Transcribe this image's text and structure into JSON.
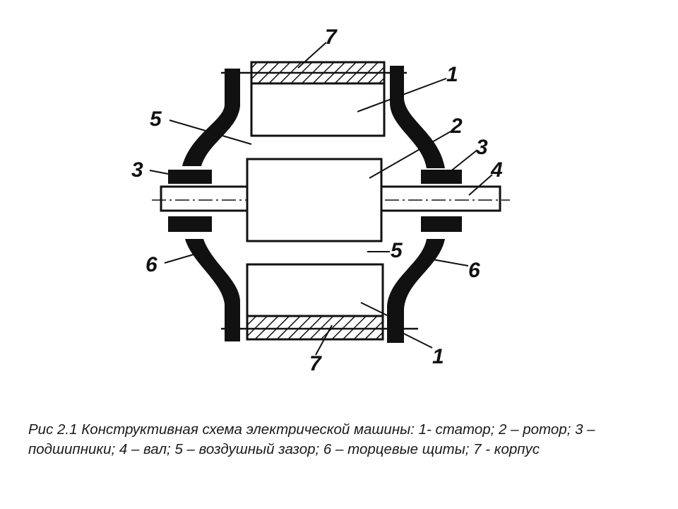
{
  "labels": {
    "stator": "1",
    "rotor": "2",
    "bearings": "3",
    "shaft": "4",
    "air_gap": "5",
    "end_shields": "6",
    "housing": "7"
  },
  "caption": "Рис 2.1 Конструктивная схема электрической машины: 1- статор; 2 – ротор; 3 – подшипники; 4 – вал; 5 – воздушный зазор; 6 – торцевые щиты; 7 - корпус",
  "colors": {
    "ink": "#111111",
    "paper": "#ffffff"
  }
}
